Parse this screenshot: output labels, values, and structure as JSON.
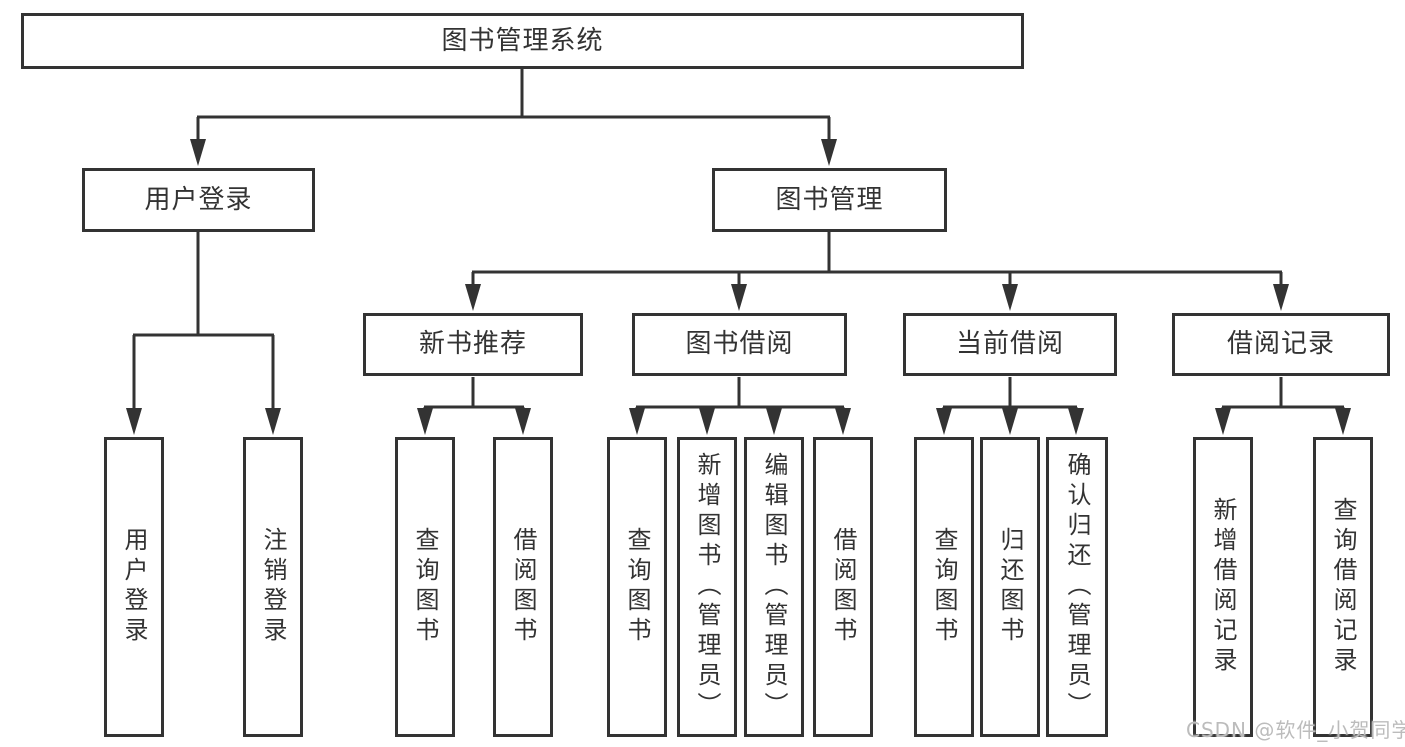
{
  "diagram": {
    "root": {
      "label": "图书管理系统"
    },
    "level2": [
      {
        "label": "用户登录"
      },
      {
        "label": "图书管理"
      }
    ],
    "level3": [
      {
        "label": "新书推荐"
      },
      {
        "label": "图书借阅"
      },
      {
        "label": "当前借阅"
      },
      {
        "label": "借阅记录"
      }
    ],
    "leaves": {
      "user": [
        "用户登录",
        "注销登录"
      ],
      "recommend": [
        "查询图书",
        "借阅图书"
      ],
      "borrow": [
        "查询图书",
        "新增图书（管理员）",
        "编辑图书（管理员）",
        "借阅图书"
      ],
      "current": [
        "查询图书",
        "归还图书",
        "确认归还（管理员）"
      ],
      "records": [
        "新增借阅记录",
        "查询借阅记录"
      ]
    }
  },
  "watermark": {
    "text": "CSDN @软件_小贺同学"
  },
  "colors": {
    "line": "#333333",
    "text": "#333333",
    "box_background": "#ffffff",
    "watermark": "#bcbcbc",
    "background": "#ffffff"
  }
}
